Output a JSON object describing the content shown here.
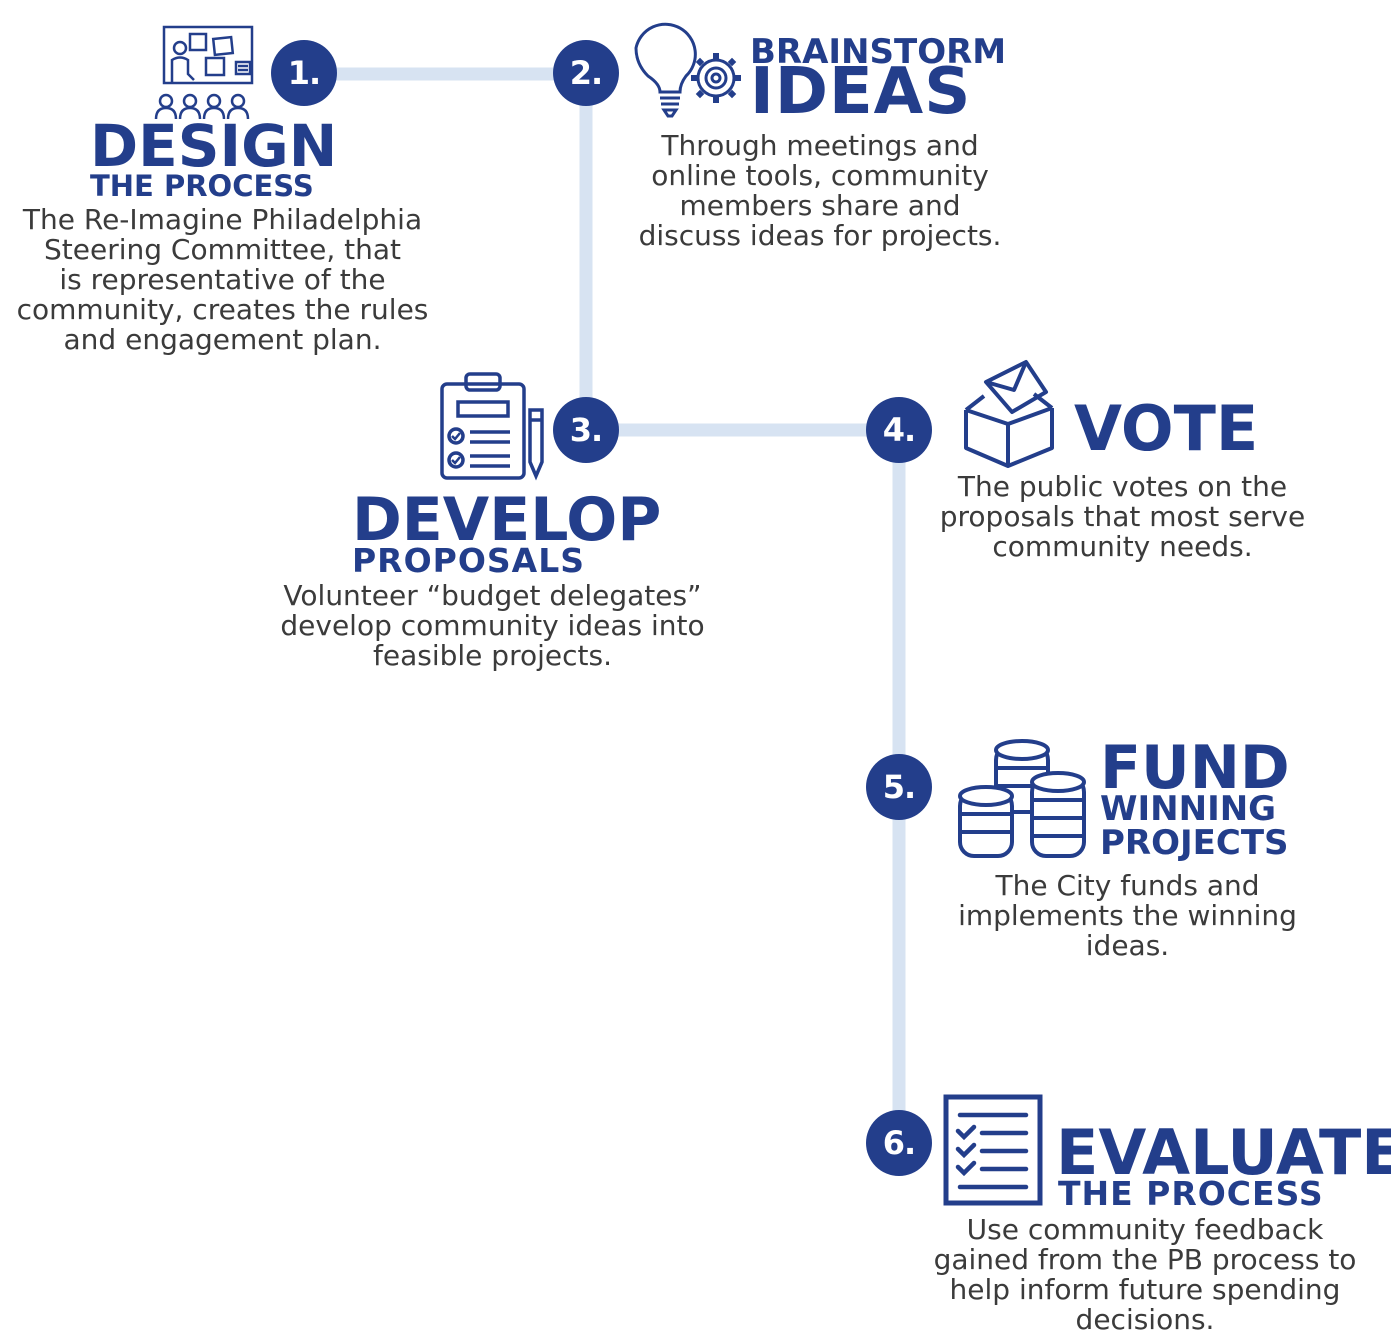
{
  "colors": {
    "primary": "#233e8b",
    "connector": "#d7e3f2",
    "description_text": "#3b3b3b",
    "background": "#ffffff"
  },
  "steps": [
    {
      "number": "1.",
      "title": "DESIGN",
      "subtitle": "THE PROCESS",
      "icon": "presentation-board-audience-icon",
      "description": "The Re-Imagine Philadelphia\nSteering Committee, that\nis representative of the\ncommunity, creates the rules\nand engagement plan."
    },
    {
      "number": "2.",
      "title_top": "BRAINSTORM",
      "title": "IDEAS",
      "icon": "lightbulb-gear-icon",
      "description": "Through meetings and\nonline tools, community\nmembers share and\ndiscuss ideas for projects."
    },
    {
      "number": "3.",
      "title": "DEVELOP",
      "subtitle": "PROPOSALS",
      "icon": "clipboard-pencil-icon",
      "description": "Volunteer “budget delegates”\ndevelop community ideas into\nfeasible projects."
    },
    {
      "number": "4.",
      "title": "VOTE",
      "icon": "ballot-box-icon",
      "description": "The public votes on the\nproposals that most serve\ncommunity needs."
    },
    {
      "number": "5.",
      "title": "FUND",
      "subtitle_line1": "WINNING",
      "subtitle_line2": "PROJECTS",
      "icon": "coin-stacks-icon",
      "description": "The City funds and\nimplements the winning\nideas."
    },
    {
      "number": "6.",
      "title": "EVALUATE",
      "subtitle": "THE PROCESS",
      "icon": "checklist-icon",
      "description": "Use community feedback\ngained from the PB process to\nhelp inform future spending\ndecisions."
    }
  ]
}
